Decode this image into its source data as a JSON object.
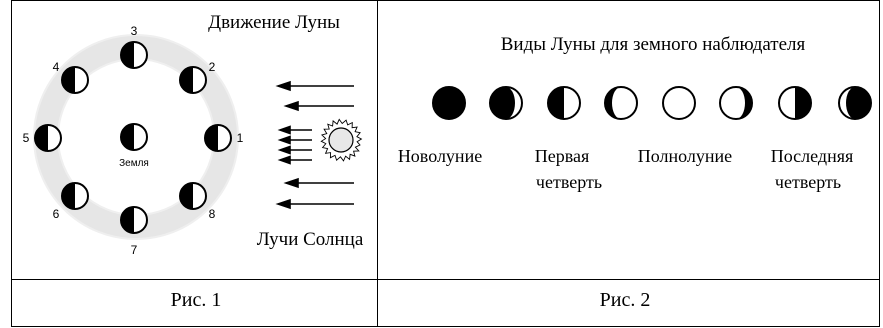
{
  "fig1": {
    "title": "Движение Луны",
    "earth_label": "Земля",
    "sun_rays_label": "Лучи Солнца",
    "caption": "Рис. 1",
    "positions": [
      {
        "number": "1",
        "phase_icon": "half-moon-dark-left"
      },
      {
        "number": "2",
        "phase_icon": "half-moon-dark-left"
      },
      {
        "number": "3",
        "phase_icon": "half-moon-dark-left"
      },
      {
        "number": "4",
        "phase_icon": "half-moon-dark-left"
      },
      {
        "number": "5",
        "phase_icon": "half-moon-dark-left"
      },
      {
        "number": "6",
        "phase_icon": "half-moon-dark-left"
      },
      {
        "number": "7",
        "phase_icon": "half-moon-dark-left"
      },
      {
        "number": "8",
        "phase_icon": "half-moon-dark-left"
      }
    ]
  },
  "fig2": {
    "title": "Виды Луны для земного наблюдателя",
    "caption": "Рис. 2",
    "phases": [
      {
        "icon": "new-moon"
      },
      {
        "icon": "waxing-crescent"
      },
      {
        "icon": "first-quarter"
      },
      {
        "icon": "waxing-gibbous"
      },
      {
        "icon": "full-moon"
      },
      {
        "icon": "waning-gibbous"
      },
      {
        "icon": "last-quarter"
      },
      {
        "icon": "waning-crescent"
      }
    ],
    "labels": {
      "new_moon": "Новолуние",
      "first_quarter_1": "Первая",
      "first_quarter_2": "четверть",
      "full_moon": "Полнолуние",
      "last_quarter_1": "Последняя",
      "last_quarter_2": "четверть"
    }
  },
  "colors": {
    "ink": "#000000",
    "orbit_ring": "#e6e6e6",
    "sun_fill": "#e8e8e8"
  }
}
